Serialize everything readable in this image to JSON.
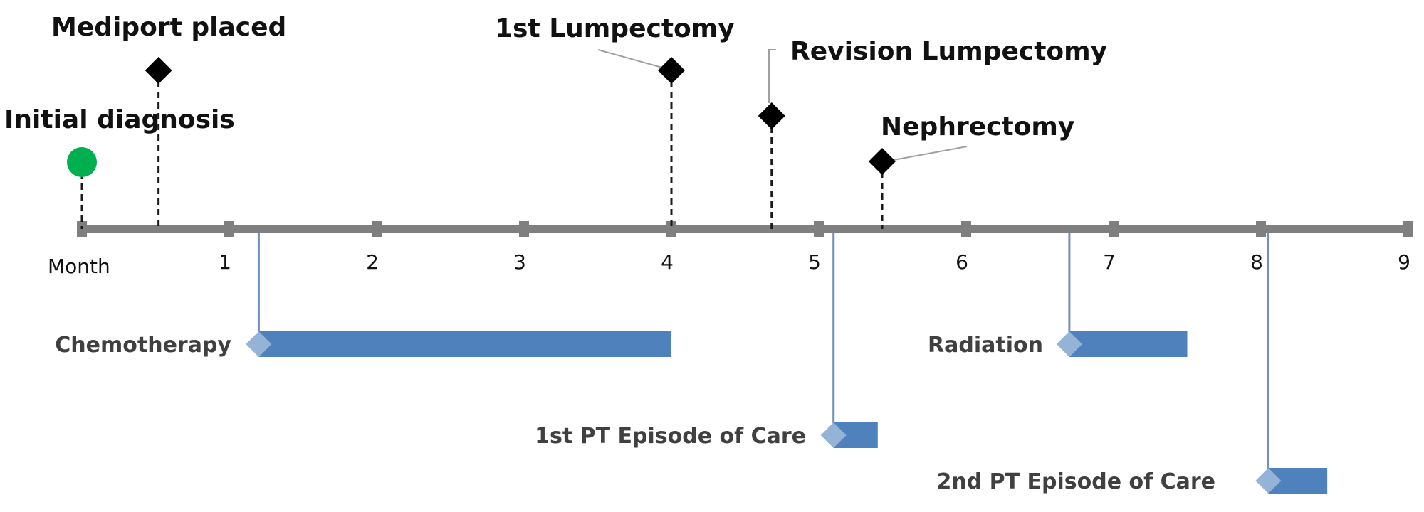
{
  "chart_data": {
    "type": "timeline",
    "axis_label": "Month",
    "x_unit": "month",
    "xlim": [
      0,
      9
    ],
    "ticks": [
      "1",
      "2",
      "3",
      "4",
      "5",
      "6",
      "7",
      "8",
      "9"
    ],
    "milestones": [
      {
        "label": "Initial diagnosis",
        "x": 0.0,
        "marker": "circle",
        "color": "#00b050"
      },
      {
        "label": "Mediport placed",
        "x": 0.52,
        "marker": "diamond",
        "color": "#000000"
      },
      {
        "label": "1st Lumpectomy",
        "x": 4.0,
        "marker": "diamond",
        "color": "#000000"
      },
      {
        "label": "Revision Lumpectomy",
        "x": 4.68,
        "marker": "diamond",
        "color": "#000000"
      },
      {
        "label": "Nephrectomy",
        "x": 5.43,
        "marker": "diamond",
        "color": "#000000"
      }
    ],
    "periods": [
      {
        "label": "Chemotherapy",
        "start": 1.2,
        "end": 4.0,
        "color": "#4f81bd"
      },
      {
        "label": "1st PT Episode of Care",
        "start": 5.1,
        "end": 5.4,
        "color": "#4f81bd"
      },
      {
        "label": "Radiation",
        "start": 6.7,
        "end": 7.5,
        "color": "#4f81bd"
      },
      {
        "label": "2nd PT Episode of Care",
        "start": 8.05,
        "end": 8.45,
        "color": "#4f81bd"
      }
    ],
    "colors": {
      "axis": "#7f7f7f",
      "period_bar": "#4f81bd",
      "period_start_marker": "#95b3d7",
      "leader_line": "#6f8fbf"
    }
  }
}
